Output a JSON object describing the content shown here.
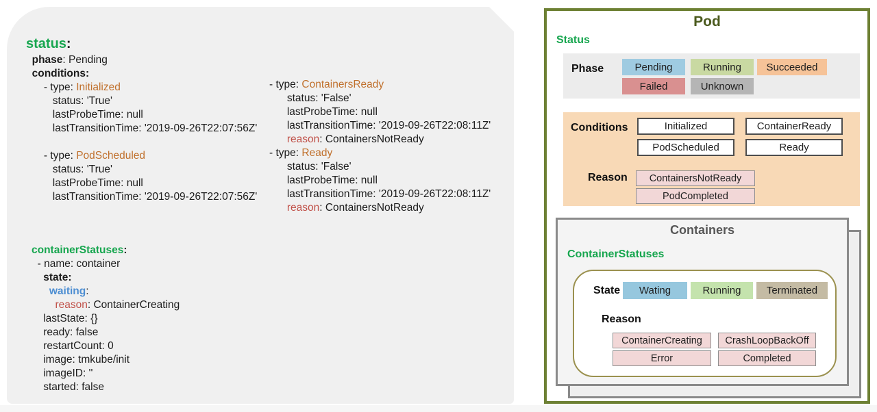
{
  "colors": {
    "panel_bg": "#f0f0f0",
    "pod_border": "#6d8033",
    "pod_title": "#4b5a1e",
    "key_green": "#17a64f",
    "type_orange": "#c0702c",
    "reason_red": "#c05048",
    "waiting_blue": "#4d8ed2",
    "phase_box_bg": "#ececec",
    "conditions_box_bg": "#f8d9b6",
    "pink_bg": "#f2d7d7",
    "containers_border": "#8a8a8a",
    "containers_bg": "#f4f4f4",
    "rounded_border": "#9b914f"
  },
  "left_panel": {
    "blocks": [
      {
        "name": "status-block",
        "lines": [
          {
            "title": true,
            "seg": [
              {
                "t": "status",
                "c": "green"
              },
              {
                "t": ":",
                "c": "bold"
              }
            ]
          },
          {
            "seg": [
              {
                "t": "  phase",
                "c": "bold"
              },
              {
                "t": ": Pending",
                "c": "plain"
              }
            ]
          },
          {
            "seg": [
              {
                "t": "  conditions",
                "c": "bold"
              },
              {
                "t": ":",
                "c": "bold"
              }
            ]
          },
          {
            "seg": [
              {
                "t": "      - type: ",
                "c": "plain"
              },
              {
                "t": "Initialized",
                "c": "orange"
              }
            ]
          },
          {
            "seg": [
              {
                "t": "         status: 'True'",
                "c": "plain"
              }
            ]
          },
          {
            "seg": [
              {
                "t": "         lastProbeTime: null",
                "c": "plain"
              }
            ]
          },
          {
            "seg": [
              {
                "t": "         lastTransitionTime: '2019-09-26T22:07:56Z'",
                "c": "plain"
              }
            ]
          },
          {
            "seg": []
          },
          {
            "seg": [
              {
                "t": "      - type: ",
                "c": "plain"
              },
              {
                "t": "PodScheduled",
                "c": "orange"
              }
            ]
          },
          {
            "seg": [
              {
                "t": "         status: 'True'",
                "c": "plain"
              }
            ]
          },
          {
            "seg": [
              {
                "t": "         lastProbeTime: null",
                "c": "plain"
              }
            ]
          },
          {
            "seg": [
              {
                "t": "         lastTransitionTime: '2019-09-26T22:07:56Z'",
                "c": "plain"
              }
            ]
          }
        ]
      },
      {
        "name": "conditions-right-block",
        "lines": [
          {
            "seg": [
              {
                "t": "- type: ",
                "c": "plain"
              },
              {
                "t": "ContainersReady",
                "c": "orange"
              }
            ]
          },
          {
            "seg": [
              {
                "t": "      status: 'False'",
                "c": "plain"
              }
            ]
          },
          {
            "seg": [
              {
                "t": "      lastProbeTime: null",
                "c": "plain"
              }
            ]
          },
          {
            "seg": [
              {
                "t": "      lastTransitionTime: '2019-09-26T22:08:11Z'",
                "c": "plain"
              }
            ]
          },
          {
            "seg": [
              {
                "t": "      ",
                "c": "plain"
              },
              {
                "t": "reason",
                "c": "red"
              },
              {
                "t": ": ContainersNotReady",
                "c": "plain"
              }
            ]
          },
          {
            "seg": [
              {
                "t": "- type: ",
                "c": "plain"
              },
              {
                "t": "Ready",
                "c": "orange"
              }
            ]
          },
          {
            "seg": [
              {
                "t": "      status: 'False'",
                "c": "plain"
              }
            ]
          },
          {
            "seg": [
              {
                "t": "      lastProbeTime: null",
                "c": "plain"
              }
            ]
          },
          {
            "seg": [
              {
                "t": "      lastTransitionTime: '2019-09-26T22:08:11Z'",
                "c": "plain"
              }
            ]
          },
          {
            "seg": [
              {
                "t": "      ",
                "c": "plain"
              },
              {
                "t": "reason",
                "c": "red"
              },
              {
                "t": ": ContainersNotReady",
                "c": "plain"
              }
            ]
          }
        ]
      },
      {
        "name": "container-statuses-block",
        "lines": [
          {
            "seg": [
              {
                "t": "containerStatuses",
                "c": "green"
              },
              {
                "t": ":",
                "c": "bold"
              }
            ]
          },
          {
            "seg": [
              {
                "t": "  - name: container",
                "c": "plain"
              }
            ]
          },
          {
            "seg": [
              {
                "t": "    state",
                "c": "bold"
              },
              {
                "t": ":",
                "c": "bold"
              }
            ]
          },
          {
            "seg": [
              {
                "t": "      waiting",
                "c": "blue"
              },
              {
                "t": ":",
                "c": "plain"
              }
            ]
          },
          {
            "seg": [
              {
                "t": "        ",
                "c": "plain"
              },
              {
                "t": "reason",
                "c": "red"
              },
              {
                "t": ": ContainerCreating",
                "c": "plain"
              }
            ]
          },
          {
            "seg": [
              {
                "t": "    lastState: {}",
                "c": "plain"
              }
            ]
          },
          {
            "seg": [
              {
                "t": "    ready: false",
                "c": "plain"
              }
            ]
          },
          {
            "seg": [
              {
                "t": "    restartCount: 0",
                "c": "plain"
              }
            ]
          },
          {
            "seg": [
              {
                "t": "    image: tmkube/init",
                "c": "plain"
              }
            ]
          },
          {
            "seg": [
              {
                "t": "    imageID: ''",
                "c": "plain"
              }
            ]
          },
          {
            "seg": [
              {
                "t": "    started: false",
                "c": "plain"
              }
            ]
          }
        ]
      }
    ]
  },
  "pod": {
    "title": "Pod",
    "status_label": "Status",
    "phase": {
      "label": "Phase",
      "badges": [
        {
          "text": "Pending",
          "bg": "#9fcbe1"
        },
        {
          "text": "Running",
          "bg": "#c9d9a2"
        },
        {
          "text": "Succeeded",
          "bg": "#f6c398"
        },
        {
          "text": "Failed",
          "bg": "#d99090"
        },
        {
          "text": "Unknown",
          "bg": "#b5b5b5"
        }
      ]
    },
    "conditions": {
      "label": "Conditions",
      "boxes": [
        "Initialized",
        "ContainerReady",
        "PodScheduled",
        "Ready"
      ],
      "reason_label": "Reason",
      "reasons": [
        "ContainersNotReady",
        "PodCompleted"
      ]
    },
    "containers": {
      "title": "Containers",
      "statuses_label": "ContainerStatuses",
      "state_label": "State",
      "state_badges": [
        {
          "text": "Wating",
          "bg": "#96c7de"
        },
        {
          "text": "Running",
          "bg": "#c4e3ad"
        },
        {
          "text": "Terminated",
          "bg": "#c4bba4"
        }
      ],
      "reason_label": "Reason",
      "reasons": [
        "ContainerCreating",
        "CrashLoopBackOff",
        "Error",
        "Completed"
      ]
    }
  }
}
